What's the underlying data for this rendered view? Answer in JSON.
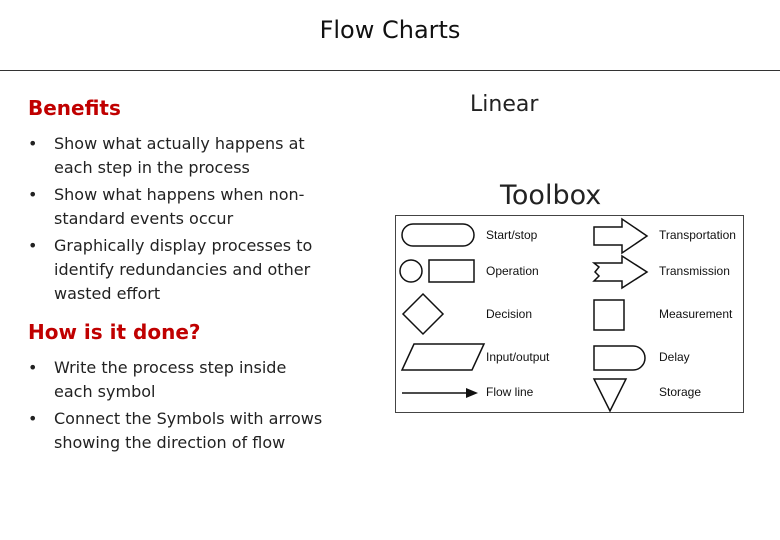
{
  "slide": {
    "title": "Flow Charts"
  },
  "benefits": {
    "heading": "Benefits",
    "bullets": [
      "Show what actually happens at each step in the process",
      "Show what happens when non-standard events occur",
      "Graphically display processes to identify redundancies and other wasted effort"
    ]
  },
  "how": {
    "heading": "How is it done?",
    "bullets": [
      "Write the process step inside each symbol",
      "Connect the Symbols with arrows showing the direction of flow"
    ]
  },
  "right": {
    "linear_label": "Linear",
    "toolbox_label": "Toolbox"
  },
  "toolbox": {
    "left_labels": [
      "Start/stop",
      "Operation",
      "Decision",
      "Input/output",
      "Flow line"
    ],
    "right_labels": [
      "Transportation",
      "Transmission",
      "Measurement",
      "Delay",
      "Storage"
    ]
  },
  "bullet_char": "•",
  "colors": {
    "heading_red": "#c00000"
  }
}
